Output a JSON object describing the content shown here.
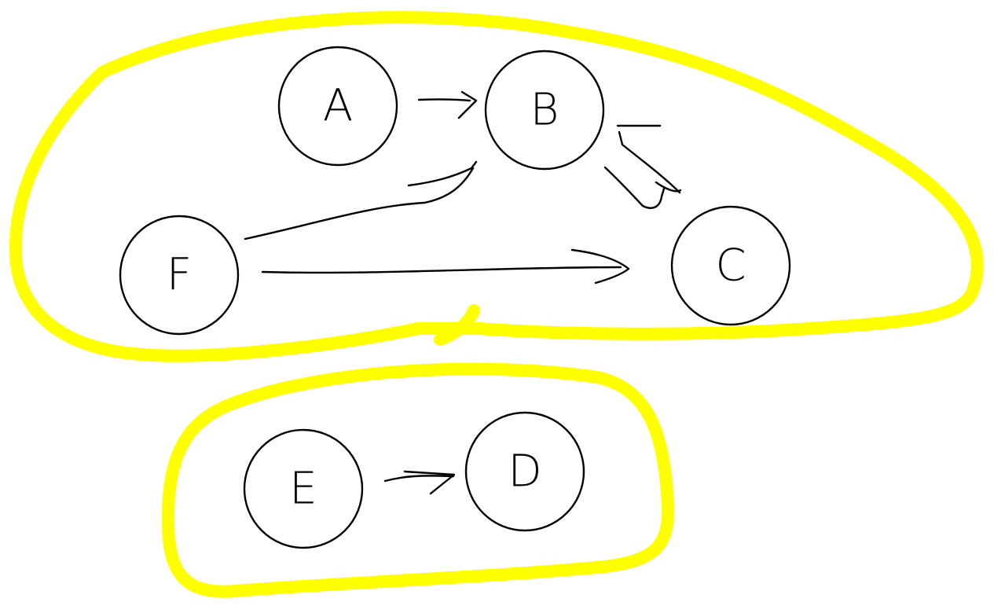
{
  "colors": {
    "background": "#ffffff",
    "highlight": "#ffff00",
    "ink": "#000000"
  },
  "groups": [
    {
      "id": "group-1",
      "members": [
        "A",
        "B",
        "C",
        "F"
      ]
    },
    {
      "id": "group-2",
      "members": [
        "E",
        "D"
      ]
    }
  ],
  "nodes": [
    {
      "id": "A",
      "label": "A"
    },
    {
      "id": "B",
      "label": "B"
    },
    {
      "id": "C",
      "label": "C"
    },
    {
      "id": "F",
      "label": "F"
    },
    {
      "id": "E",
      "label": "E"
    },
    {
      "id": "D",
      "label": "D"
    }
  ],
  "edges": [
    {
      "from": "A",
      "to": "B"
    },
    {
      "from": "F",
      "to": "B"
    },
    {
      "from": "F",
      "to": "C"
    },
    {
      "from": "B",
      "to": "C"
    },
    {
      "from": "C",
      "to": "B"
    },
    {
      "from": "E",
      "to": "D"
    }
  ]
}
